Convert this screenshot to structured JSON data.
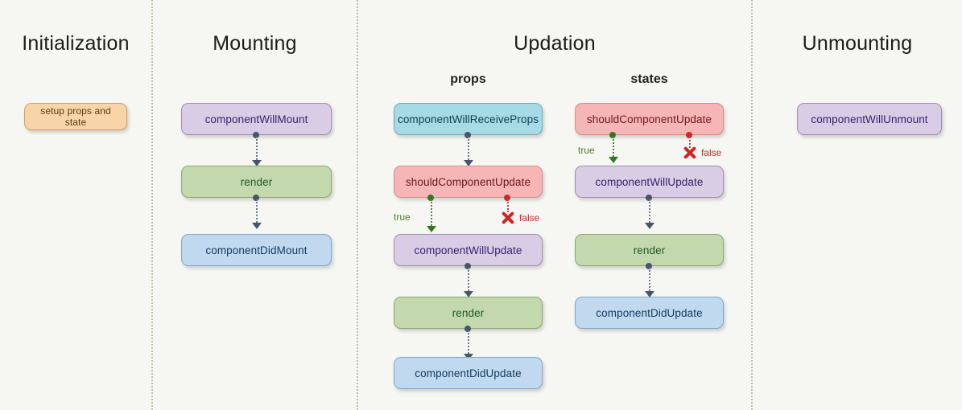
{
  "background": "#f6f6f3",
  "divider_color": "#b9c3a8",
  "sections": {
    "initialization": {
      "title": "Initialization",
      "nodes": [
        {
          "label": "setup props and state",
          "color": "#f7d5a8"
        }
      ]
    },
    "mounting": {
      "title": "Mounting",
      "nodes": [
        {
          "label": "componentWillMount",
          "color": "#d9cde6"
        },
        {
          "label": "render",
          "color": "#c4d8ae"
        },
        {
          "label": "componentDidMount",
          "color": "#c0d9ef"
        }
      ]
    },
    "updation": {
      "title": "Updation",
      "props": {
        "sub_title": "props",
        "nodes": [
          {
            "label": "componentWillReceiveProps",
            "color": "#a6dbe6"
          },
          {
            "label": "shouldComponentUpdate",
            "color": "#f6b6b6"
          },
          {
            "label": "componentWillUpdate",
            "color": "#d9cde6"
          },
          {
            "label": "render",
            "color": "#c4d8ae"
          },
          {
            "label": "componentDidUpdate",
            "color": "#c0d9ef"
          }
        ],
        "branch": {
          "true_label": "true",
          "false_label": "false"
        }
      },
      "states": {
        "sub_title": "states",
        "nodes": [
          {
            "label": "shouldComponentUpdate",
            "color": "#f6b6b6"
          },
          {
            "label": "componentWillUpdate",
            "color": "#d9cde6"
          },
          {
            "label": "render",
            "color": "#c4d8ae"
          },
          {
            "label": "componentDidUpdate",
            "color": "#c0d9ef"
          }
        ],
        "branch": {
          "true_label": "true",
          "false_label": "false"
        }
      }
    },
    "unmounting": {
      "title": "Unmounting",
      "nodes": [
        {
          "label": "componentWillUnmount",
          "color": "#d9cde6"
        }
      ]
    }
  },
  "colors": {
    "true_edge": "#4f7a2a",
    "false_edge": "#cf2a2a",
    "connector": "#6b7a8c",
    "x_marker": "#d32222"
  }
}
